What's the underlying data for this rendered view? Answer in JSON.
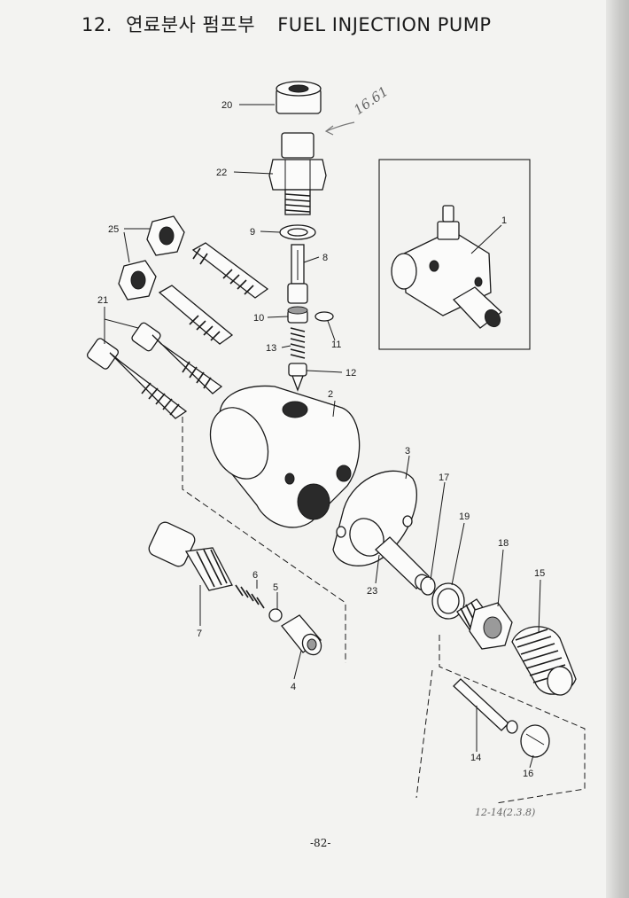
{
  "header": {
    "number": "12.",
    "title_korean": "연료분사 펌프부",
    "title_english": "FUEL INJECTION PUMP"
  },
  "part_labels": [
    "1",
    "2",
    "3",
    "4",
    "5",
    "6",
    "7",
    "8",
    "9",
    "10",
    "11",
    "12",
    "13",
    "14",
    "15",
    "16",
    "17",
    "18",
    "19",
    "20",
    "21",
    "22",
    "23",
    "25"
  ],
  "handwritten": {
    "note_top": "16.61",
    "note_bottom": "12-14(2.3.8)"
  },
  "page_number": "-82-"
}
